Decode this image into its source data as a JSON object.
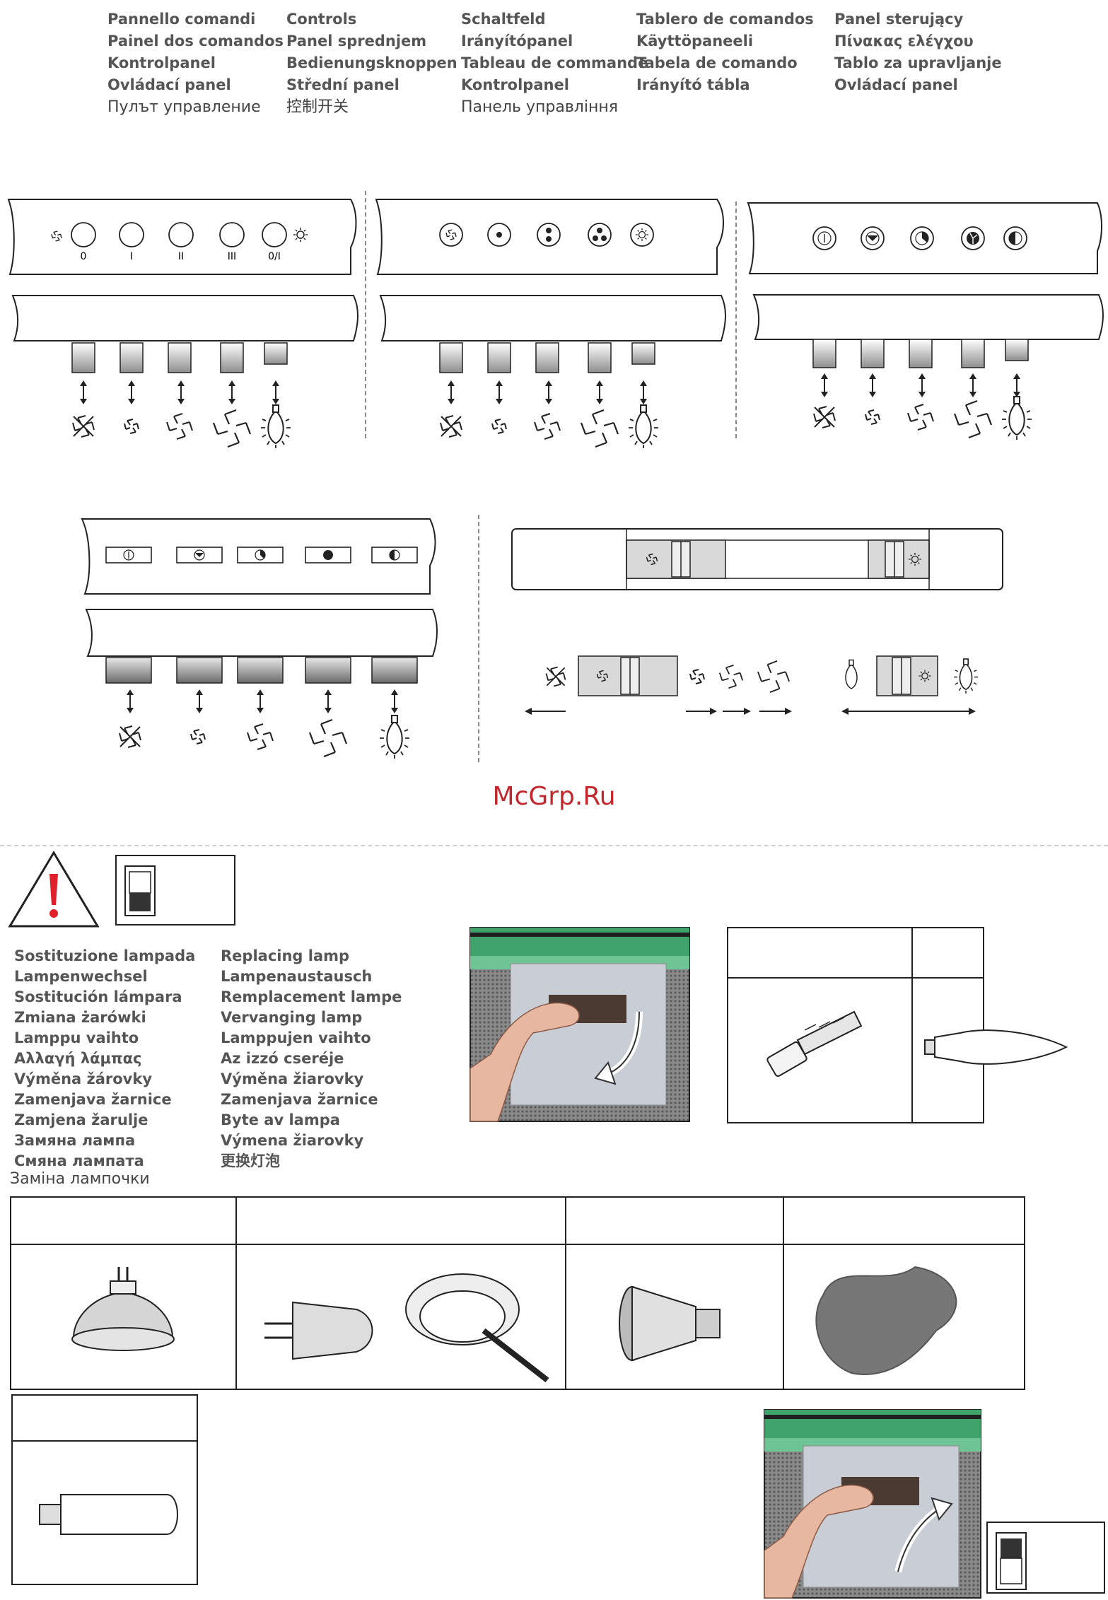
{
  "header": {
    "columns": [
      [
        "Pannello comandi",
        "Painel dos comandos",
        "Kontrolpanel",
        "Ovládací panel",
        "Пулът управление"
      ],
      [
        "Controls",
        "Panel sprednjem",
        "Bedienungsknoppen",
        "Střední panel",
        "控制开关"
      ],
      [
        "Schaltfeld",
        "Irányítópanel",
        "Tableau de commande",
        "Kontrolpanel",
        "Панель управління"
      ],
      [
        "Tablero de comandos",
        "Käyttöpaneeli",
        "Tabela de comando",
        "Irányító tábla"
      ],
      [
        "Panel sterujący",
        "Πίνακας ελέγχου",
        "Tablo za upravljanje",
        "Ovládací panel"
      ]
    ]
  },
  "panels": {
    "panel1": {
      "labels": [
        "0",
        "I",
        "II",
        "III",
        "0/I"
      ]
    }
  },
  "watermark": {
    "text": "McGrp.Ru"
  },
  "lamp_text": {
    "col1": [
      "Sostituzione lampada",
      "Lampenwechsel",
      "Sostitución lámpara",
      "Zmiana żarówki",
      "Lamppu vaihto",
      "Αλλαγή λάμπας",
      "Výměna žárovky",
      "Zamenjava žarnice",
      "Zamjena žarulje",
      "Замяна лампа",
      "Смяна лампата"
    ],
    "col2": [
      "Replacing lamp",
      "Lampenaustausch",
      "Remplacement lampe",
      "Vervanging lamp",
      "Lamppujen vaihto",
      "Az izzó cseréje",
      "Výměna žiarovky",
      "Zamenjava žarnice",
      "Byte av lampa",
      "Výmena žiarovky",
      "更换灯泡"
    ]
  },
  "lamp_section_title": "Заміна лампочки",
  "colors": {
    "watermark": "#c1272d",
    "warning": "#e0202a",
    "hood_glass": "#3fa36b"
  },
  "icons": [
    "warning-triangle-icon",
    "rocker-switch-icon",
    "fan-off-icon",
    "fan-speed-icon",
    "light-bulb-icon",
    "halogen-lamp-icon",
    "candle-bulb-icon",
    "tube-bulb-icon"
  ]
}
